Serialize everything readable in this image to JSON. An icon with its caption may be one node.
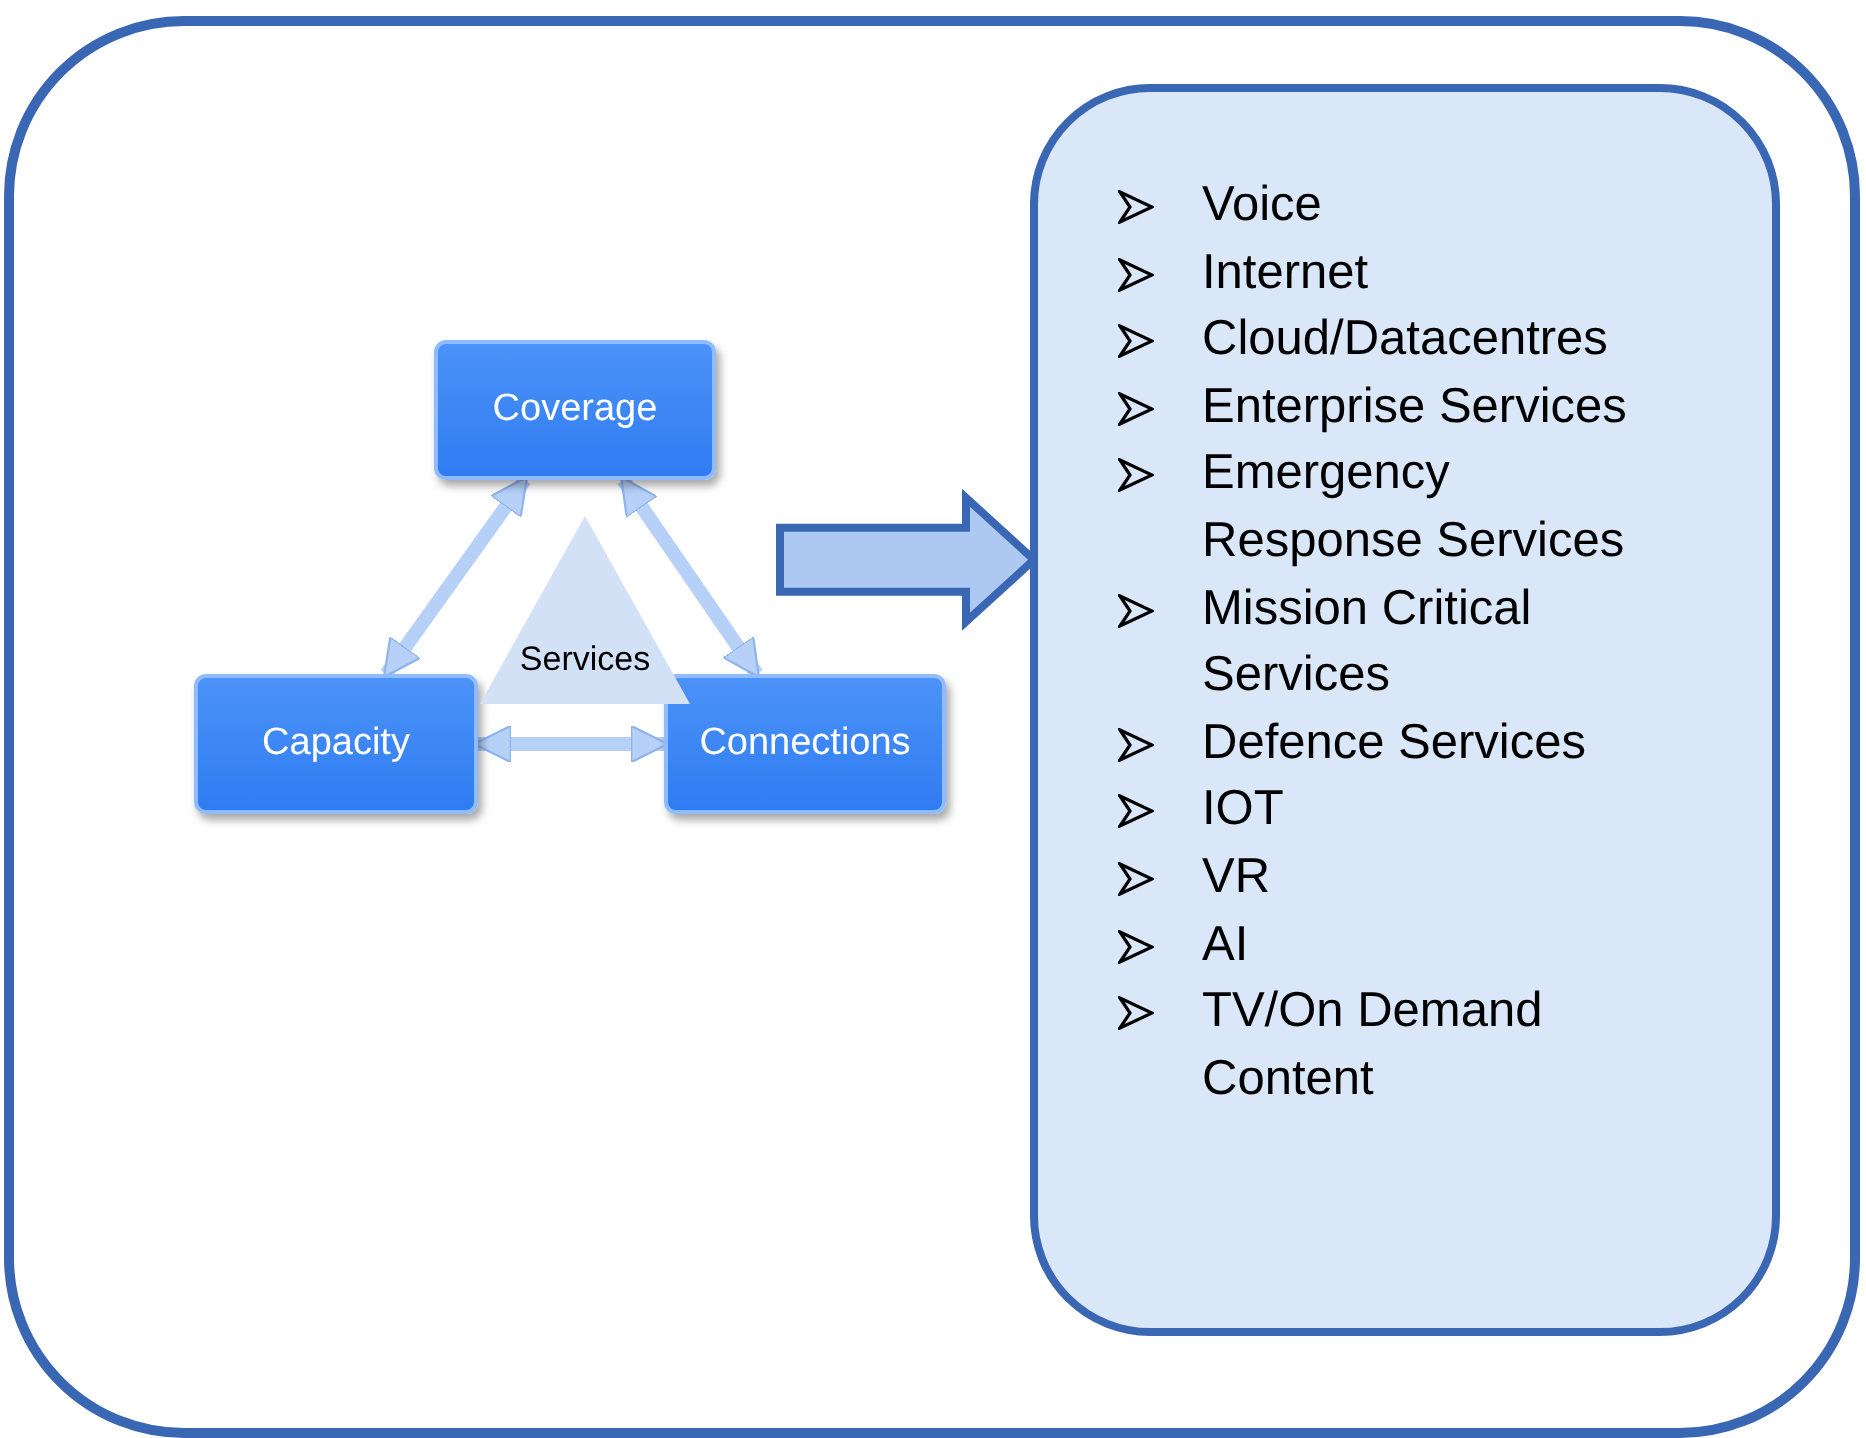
{
  "diagram": {
    "nodes": [
      {
        "text": [],
        "shape": "box"
      },
      {
        "text": [
          "Coverage"
        ],
        "in": 0
      },
      {
        "text": [
          "Capacity"
        ],
        "in": 0
      },
      {
        "text": [
          "Connections"
        ],
        "in": 0
      },
      {
        "text": [
          "Services"
        ],
        "in": 0
      },
      {
        "text": [
          "Voice",
          "Internet",
          "Cloud/Datacentres",
          "Enterprise Services",
          "Emergency Response Services",
          "Mission Critical Services",
          "Defence Services",
          "IOT",
          "VR",
          "AI",
          "TV/On Demand Content"
        ],
        "in": 0
      }
    ],
    "edges": [
      {
        "from": 1,
        "to": 2,
        "arrow": "both"
      },
      {
        "from": 1,
        "to": 3,
        "arrow": "both"
      },
      {
        "from": 2,
        "to": 3,
        "arrow": "both"
      },
      {
        "from": null,
        "to": 5,
        "arrow": "to",
        "style": "thick"
      }
    ]
  }
}
